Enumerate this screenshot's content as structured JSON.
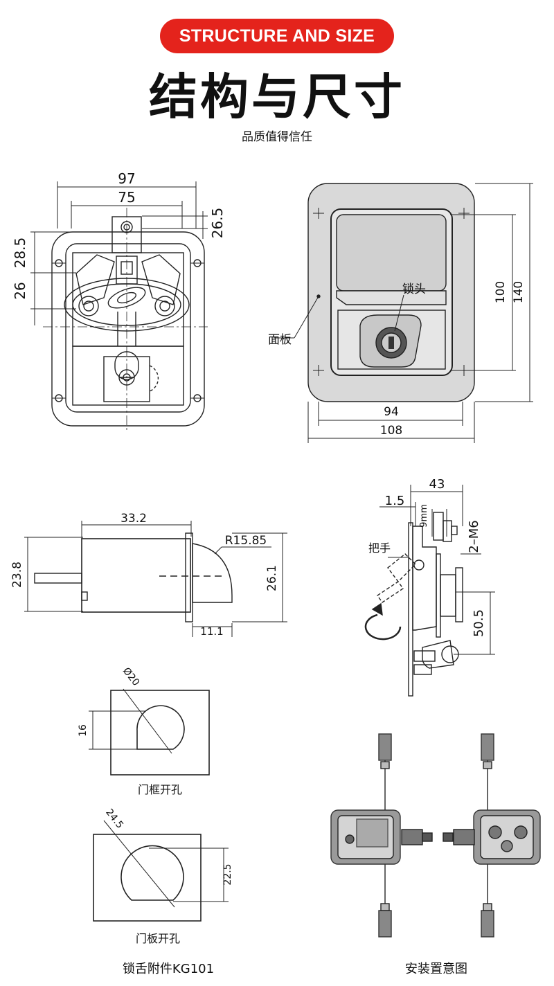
{
  "header": {
    "banner": "STRUCTURE AND SIZE",
    "title": "结构与尺寸",
    "subtitle": "品质值得信任"
  },
  "front_view": {
    "dim_outer_width": "97",
    "dim_inner_width": "75",
    "dim_right_top": "26.5",
    "dim_left_upper": "28.5",
    "dim_left_lower": "26"
  },
  "panel_view": {
    "label_lock_head": "锁头",
    "label_panel": "面板",
    "dim_inner_height": "100",
    "dim_outer_height": "140",
    "dim_inner_width": "94",
    "dim_outer_width": "108"
  },
  "latch_side_view": {
    "dim_length": "33.2",
    "dim_height_left": "23.8",
    "dim_radius": "R15.85",
    "dim_height_right": "26.1",
    "dim_bottom": "11.1"
  },
  "side_view": {
    "dim_depth": "43",
    "dim_thickness": "1.5",
    "dim_stud": "9mm",
    "dim_screw": "2–M6",
    "label_handle": "把手",
    "dim_lower": "50.5"
  },
  "frame_cutout": {
    "dim_diameter": "Ø20",
    "dim_height": "16",
    "caption": "门框开孔"
  },
  "door_cutout": {
    "dim_diameter": "24.5",
    "dim_height": "22.5",
    "caption": "门板开孔"
  },
  "captions": {
    "latch_accessory": "锁舌附件KG101",
    "install_diagram": "安装置意图"
  }
}
